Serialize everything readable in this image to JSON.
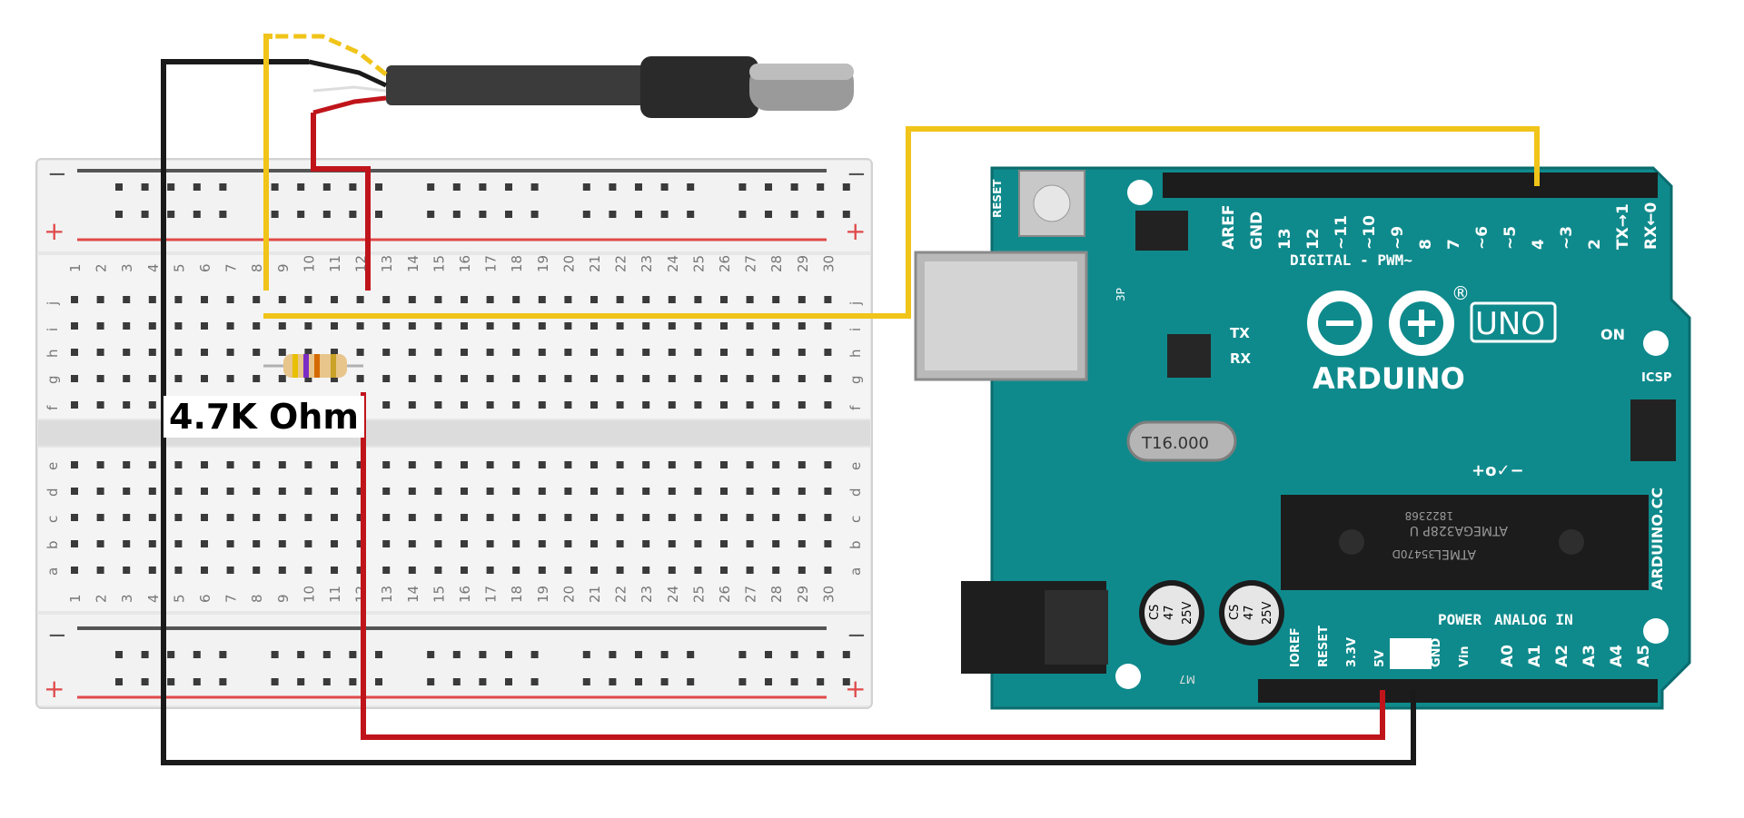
{
  "resistor": {
    "label": "4.7K Ohm"
  },
  "breadboard": {
    "rail_minus": "−",
    "rail_plus": "+",
    "top_rows": [
      "j",
      "i",
      "h",
      "g",
      "f"
    ],
    "bottom_rows": [
      "e",
      "d",
      "c",
      "b",
      "a"
    ],
    "columns": [
      "1",
      "2",
      "3",
      "4",
      "5",
      "6",
      "7",
      "8",
      "9",
      "10",
      "11",
      "12",
      "13",
      "14",
      "15",
      "16",
      "17",
      "18",
      "19",
      "20",
      "21",
      "22",
      "23",
      "24",
      "25",
      "26",
      "27",
      "28",
      "29",
      "30"
    ]
  },
  "arduino": {
    "brand": "ARDUINO",
    "model": "UNO",
    "registered": "®",
    "digital_label": "DIGITAL - PWM~",
    "digital_pins": [
      "AREF",
      "GND",
      "13",
      "12",
      "~11",
      "~10",
      "~9",
      "8",
      "7",
      "~6",
      "~5",
      "4",
      "~3",
      "2",
      "TX→1",
      "RX←0"
    ],
    "power_label": "POWER",
    "analog_label": "ANALOG IN",
    "power_pins": [
      "IOREF",
      "RESET",
      "3.3V",
      "5V",
      "GND",
      "GND",
      "Vin"
    ],
    "analog_pins": [
      "A0",
      "A1",
      "A2",
      "A3",
      "A4",
      "A5"
    ],
    "reset_label": "RESET",
    "on_label": "ON",
    "tx_label": "TX",
    "rx_label": "RX",
    "icsp_label": "ICSP",
    "crystal_label": "T16.000",
    "cap_line1": "CS",
    "cap_line2": "47",
    "cap_line3": "25V",
    "chip_text": "ATMEGA328P U",
    "chip_brand": "ATMEL",
    "chip_code1": "35470D",
    "chip_code2": "1822368",
    "side_text": "ARDUINO.CC",
    "three_pin": "3P",
    "tmp": "+o✓−",
    "m7": "M7"
  },
  "colors": {
    "board": "#0f8a8c",
    "wire_black": "#1a1a1a",
    "wire_red": "#c0141b",
    "wire_yellow": "#f0c419",
    "breadboard": "#ececec"
  }
}
